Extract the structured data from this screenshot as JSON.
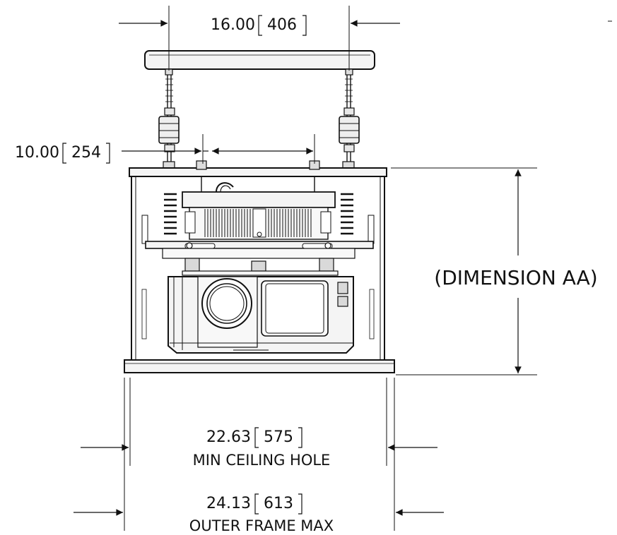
{
  "dimensions": {
    "top_spacing": {
      "value": "16.00",
      "metric": "406"
    },
    "rod_spacing": {
      "value": "10.00",
      "metric": "254"
    },
    "height": {
      "label": "(DIMENSION AA)"
    },
    "ceiling_hole": {
      "value": "22.63",
      "metric": "575",
      "caption": "MIN CEILING HOLE"
    },
    "outer_frame": {
      "value": "24.13",
      "metric": "613",
      "caption": "OUTER FRAME MAX"
    }
  },
  "colors": {
    "line": "#111111",
    "fill_light": "#f4f4f4",
    "fill_mid": "#d9d9d9"
  }
}
